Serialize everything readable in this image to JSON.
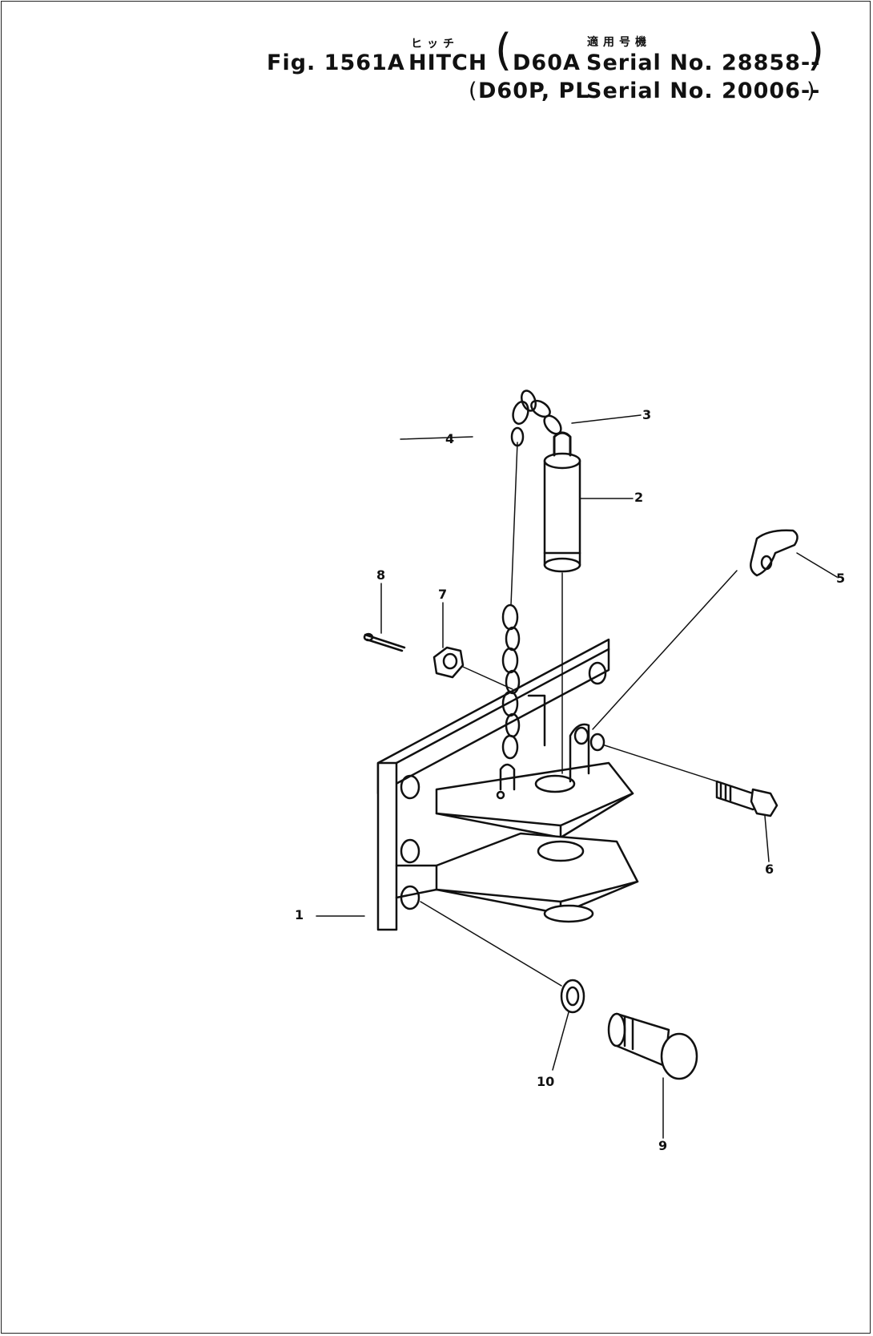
{
  "figure": {
    "fig_label": "Fig. 1561A",
    "title_jp": "ヒッチ",
    "title_en": "HITCH",
    "serial_header_jp": "適用号機",
    "line1_model": "D60A",
    "line1_serial": "Serial No. 28858--",
    "line2_model": "D60P, PL",
    "line2_serial": "Serial No. 20006--"
  },
  "callouts": [
    "1",
    "2",
    "3",
    "4",
    "5",
    "6",
    "7",
    "8",
    "9",
    "10"
  ]
}
